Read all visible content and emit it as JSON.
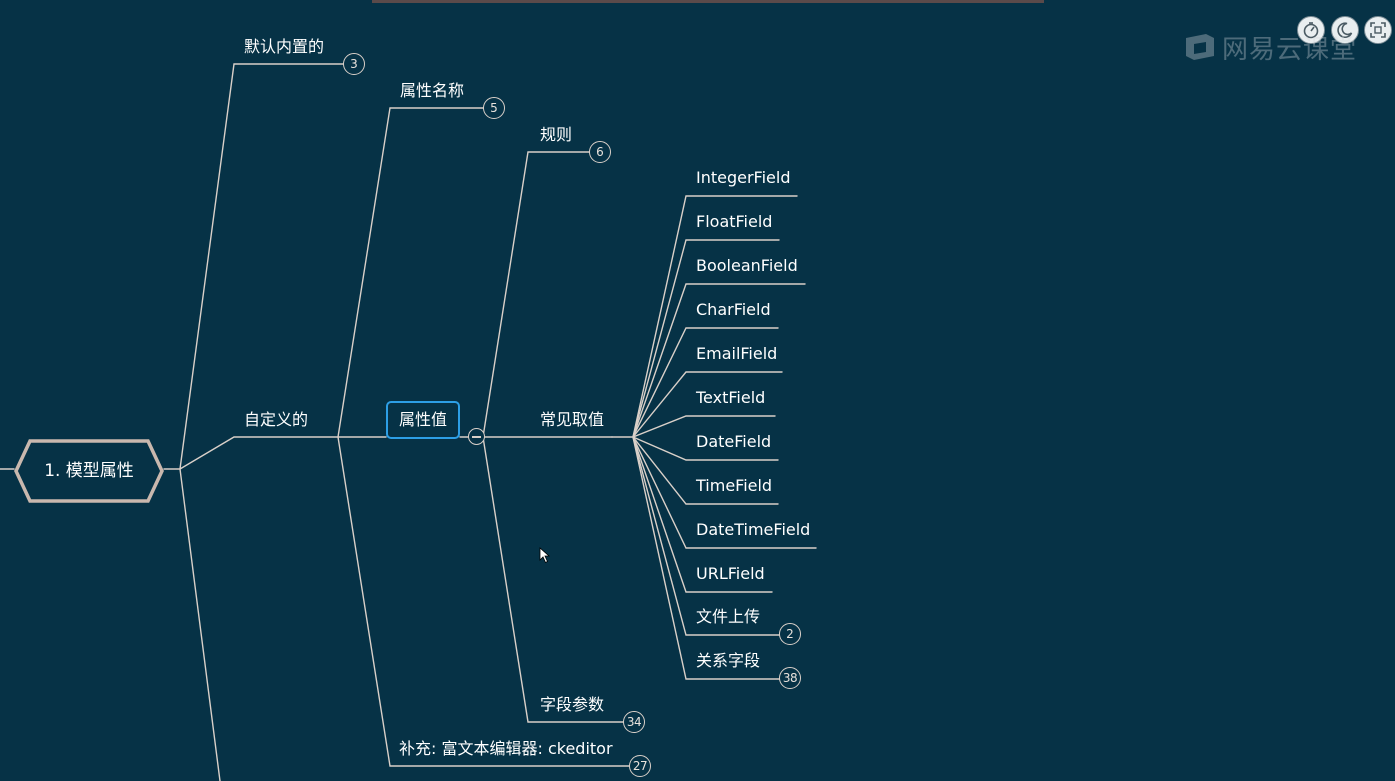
{
  "root": {
    "label": "1. 模型属性"
  },
  "branches": {
    "builtin": {
      "label": "默认内置的",
      "count": "3"
    },
    "custom": {
      "label": "自定义的"
    },
    "attr_name": {
      "label": "属性名称",
      "count": "5"
    },
    "attr_value": {
      "label": "属性值"
    },
    "rules": {
      "label": "规则",
      "count": "6"
    },
    "common_values": {
      "label": "常见取值"
    },
    "field_params": {
      "label": "字段参数",
      "count": "34"
    },
    "supplement": {
      "label": "补充: 富文本编辑器: ckeditor",
      "count": "27"
    }
  },
  "fields": [
    {
      "label": "IntegerField"
    },
    {
      "label": "FloatField"
    },
    {
      "label": "BooleanField"
    },
    {
      "label": "CharField"
    },
    {
      "label": "EmailField"
    },
    {
      "label": "TextField"
    },
    {
      "label": "DateField"
    },
    {
      "label": "TimeField"
    },
    {
      "label": "DateTimeField"
    },
    {
      "label": "URLField"
    },
    {
      "label": "文件上传",
      "count": "2"
    },
    {
      "label": "关系字段",
      "count": "38"
    }
  ],
  "toolbar": {
    "icons": [
      "timer-icon",
      "night-mode-icon",
      "fullscreen-icon"
    ]
  },
  "brand": {
    "text": "网易云课堂"
  },
  "colors": {
    "background": "#063246",
    "line": "#d9d0c9",
    "selection": "#2d9fe6"
  }
}
